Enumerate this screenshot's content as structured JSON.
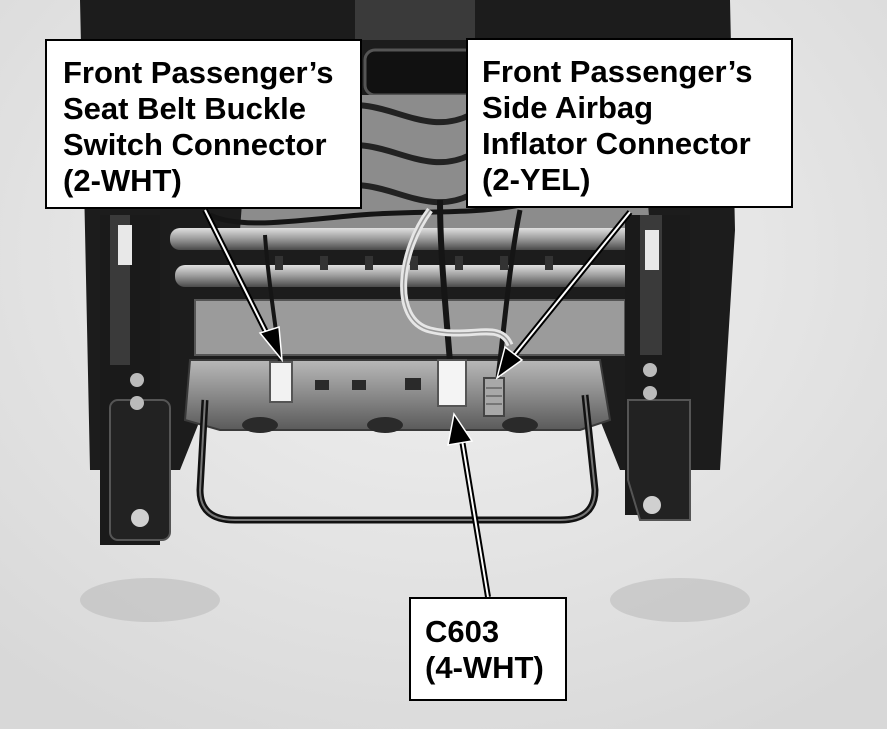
{
  "figure": {
    "callouts": {
      "seat_belt_buckle": {
        "lines": [
          "Front Passenger’s",
          "Seat Belt Buckle",
          "Switch Connector",
          "(2-WHT)"
        ]
      },
      "side_airbag": {
        "lines": [
          "Front Passenger’s",
          "Side Airbag",
          "Inflator Connector",
          "(2-YEL)"
        ]
      },
      "c603": {
        "lines": [
          "C603",
          "(4-WHT)"
        ]
      }
    },
    "colors": {
      "callout_border": "#000000",
      "callout_background": "#ffffff",
      "text": "#000000",
      "leader_arrow": "#000000"
    }
  }
}
